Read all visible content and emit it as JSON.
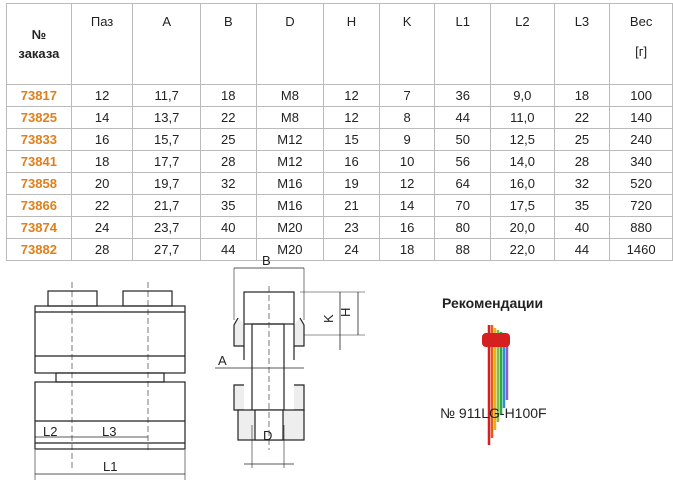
{
  "table": {
    "headers": [
      "№ заказа",
      "Паз",
      "A",
      "B",
      "D",
      "H",
      "K",
      "L1",
      "L2",
      "L3",
      "Вес [г]"
    ],
    "header_first_lines": [
      "№",
      "заказа"
    ],
    "header_last_lines": [
      "Вес",
      "[г]"
    ],
    "rows": [
      [
        "73817",
        "12",
        "11,7",
        "18",
        "M8",
        "12",
        "7",
        "36",
        "9,0",
        "18",
        "100"
      ],
      [
        "73825",
        "14",
        "13,7",
        "22",
        "M8",
        "12",
        "8",
        "44",
        "11,0",
        "22",
        "140"
      ],
      [
        "73833",
        "16",
        "15,7",
        "25",
        "M12",
        "15",
        "9",
        "50",
        "12,5",
        "25",
        "240"
      ],
      [
        "73841",
        "18",
        "17,7",
        "28",
        "M12",
        "16",
        "10",
        "56",
        "14,0",
        "28",
        "340"
      ],
      [
        "73858",
        "20",
        "19,7",
        "32",
        "M16",
        "19",
        "12",
        "64",
        "16,0",
        "32",
        "520"
      ],
      [
        "73866",
        "22",
        "21,7",
        "35",
        "M16",
        "21",
        "14",
        "70",
        "17,5",
        "35",
        "720"
      ],
      [
        "73874",
        "24",
        "23,7",
        "40",
        "M20",
        "23",
        "16",
        "80",
        "20,0",
        "40",
        "880"
      ],
      [
        "73882",
        "28",
        "27,7",
        "44",
        "M20",
        "24",
        "18",
        "88",
        "22,0",
        "44",
        "1460"
      ]
    ]
  },
  "drawing": {
    "labels": {
      "L1": "L1",
      "L2": "L2",
      "L3": "L3",
      "A": "A",
      "B": "B",
      "D": "D",
      "H": "H",
      "K": "K"
    }
  },
  "recommendation": {
    "title": "Рекомендации",
    "part_number": "№ 911LG-H100F"
  },
  "colors": {
    "order_number": "#e07f1a"
  }
}
